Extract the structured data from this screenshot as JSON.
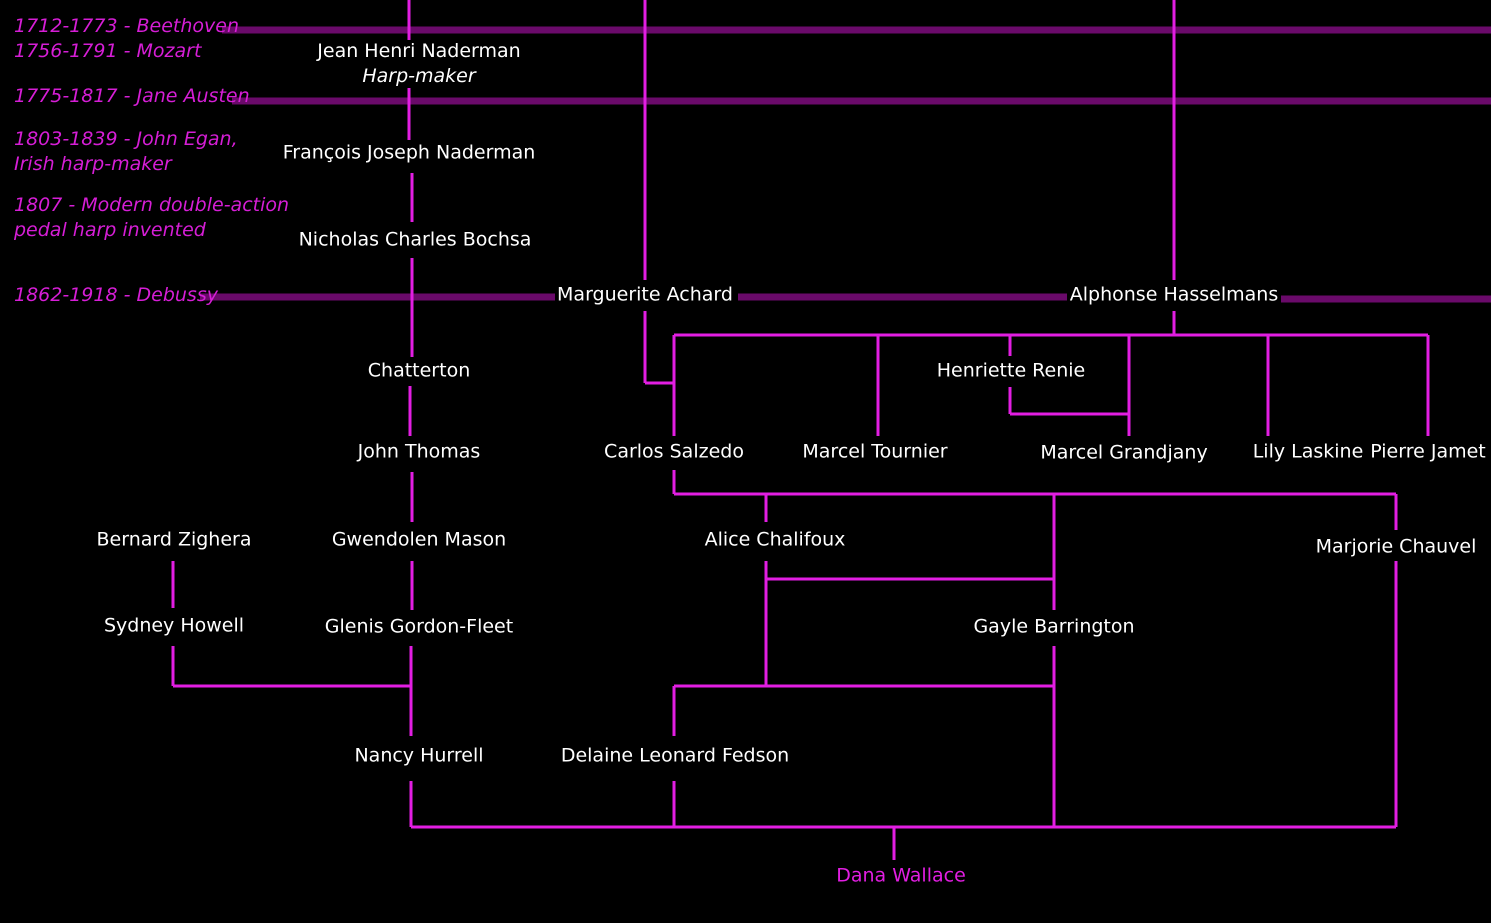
{
  "colors": {
    "background": "#000000",
    "line": "#e21ee2",
    "era_band": "#6a0a6a",
    "event_text": "#d61ed6",
    "name_text": "#ffffff",
    "target_text": "#e21ee2"
  },
  "timeline_events": [
    {
      "id": "beethoven",
      "text": "1712-1773 - Beethoven"
    },
    {
      "id": "mozart",
      "text": "1756-1791 - Mozart"
    },
    {
      "id": "austen",
      "text": "1775-1817 - Jane Austen"
    },
    {
      "id": "egan1",
      "text": "1803-1839 - John Egan,"
    },
    {
      "id": "egan2",
      "text": "Irish harp-maker"
    },
    {
      "id": "pedal1",
      "text": "1807 - Modern double-action"
    },
    {
      "id": "pedal2",
      "text": "pedal harp  invented"
    },
    {
      "id": "debussy",
      "text": "1862-1918 - Debussy"
    }
  ],
  "people": {
    "naderman_jh": "Jean Henri Naderman",
    "naderman_jh_role": "Harp-maker",
    "naderman_fj": "François Joseph Naderman",
    "bochsa": "Nicholas Charles Bochsa",
    "achard": "Marguerite Achard",
    "hasselmans": "Alphonse Hasselmans",
    "chatterton": "Chatterton",
    "renie": "Henriette Renie",
    "thomas": "John Thomas",
    "salzedo": "Carlos Salzedo",
    "tournier": "Marcel Tournier",
    "grandjany": "Marcel Grandjany",
    "laskine": "Lily Laskine",
    "jamet": "Pierre Jamet",
    "zighera": "Bernard Zighera",
    "mason": "Gwendolen Mason",
    "chalifoux": "Alice Chalifoux",
    "chauvel": "Marjorie Chauvel",
    "howell": "Sydney Howell",
    "gordon_fleet": "Glenis Gordon-Fleet",
    "barrington": "Gayle Barrington",
    "hurrell": "Nancy Hurrell",
    "fedson": "Delaine Leonard Fedson",
    "wallace": "Dana Wallace"
  }
}
